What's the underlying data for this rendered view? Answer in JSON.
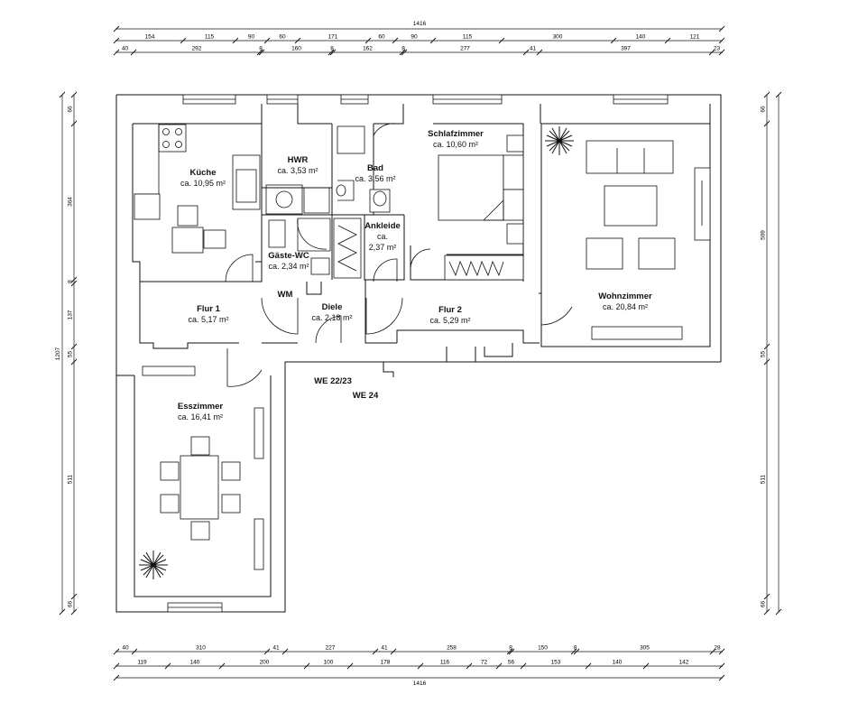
{
  "dimensions": {
    "top_total": "1416",
    "top_row1": [
      "154",
      "115",
      "90",
      "60",
      "171",
      "60",
      "90",
      "115",
      "300",
      "140",
      "121"
    ],
    "top_row2": [
      "40",
      "292",
      "8",
      "160",
      "8",
      "162",
      "8",
      "277",
      "41",
      "397",
      "23"
    ],
    "bottom_row1": [
      "40",
      "310",
      "41",
      "227",
      "41",
      "258",
      "8",
      "150",
      "8",
      "305",
      "28"
    ],
    "bottom_row2": [
      "119",
      "140",
      "200",
      "100",
      "178",
      "116",
      "72",
      "56",
      "153",
      "140",
      "142"
    ],
    "bottom_total": "1416",
    "left_total": "1207",
    "left_segments": [
      "66",
      "364",
      "8",
      "137",
      "55",
      "511",
      "66"
    ],
    "right_segments": [
      "66",
      "509",
      "55",
      "511",
      "66"
    ]
  },
  "rooms": [
    {
      "key": "kueche",
      "name": "Küche",
      "area": "ca. 10,95 m²"
    },
    {
      "key": "hwr",
      "name": "HWR",
      "area": "ca. 3,53 m²"
    },
    {
      "key": "bad",
      "name": "Bad",
      "area": "ca. 3,56 m²"
    },
    {
      "key": "schlafzimmer",
      "name": "Schlafzimmer",
      "area": "ca. 10,60 m²"
    },
    {
      "key": "wohnzimmer",
      "name": "Wohnzimmer",
      "area": "ca. 20,84 m²"
    },
    {
      "key": "ankleide",
      "name": "Ankleide",
      "area": "ca.",
      "area2": "2,37 m²"
    },
    {
      "key": "gaeste_wc",
      "name": "Gäste-WC",
      "area": "ca. 2,34 m²"
    },
    {
      "key": "flur1",
      "name": "Flur 1",
      "area": "ca. 5,17 m²"
    },
    {
      "key": "diele",
      "name": "Diele",
      "area": "ca. 2,18 m²"
    },
    {
      "key": "flur2",
      "name": "Flur 2",
      "area": "ca. 5,29 m²"
    },
    {
      "key": "esszimmer",
      "name": "Esszimmer",
      "area": "ca. 16,41 m²"
    }
  ],
  "units": [
    "WE 22/23",
    "WE 24"
  ],
  "appliance_label": "WM"
}
